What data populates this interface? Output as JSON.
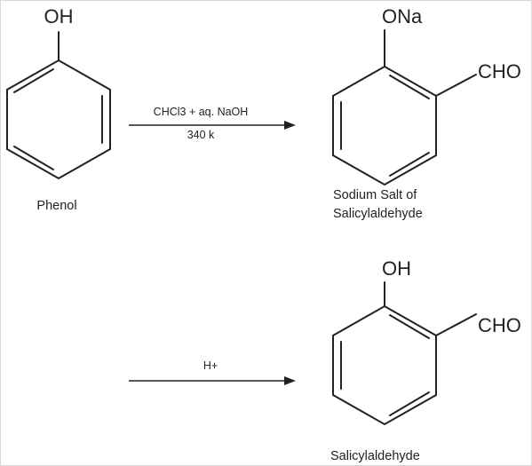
{
  "reactant": {
    "substituent": "OH",
    "name": "Phenol"
  },
  "step1": {
    "reagent": "CHCl3 + aq. NaOH",
    "condition": "340 k"
  },
  "intermediate": {
    "substituent": "ONa",
    "side_group": "CHO",
    "name_line1": "Sodium Salt of",
    "name_line2": "Salicylaldehyde"
  },
  "step2": {
    "reagent": "H+"
  },
  "product": {
    "substituent": "OH",
    "side_group": "CHO",
    "name": "Salicylaldehyde"
  }
}
